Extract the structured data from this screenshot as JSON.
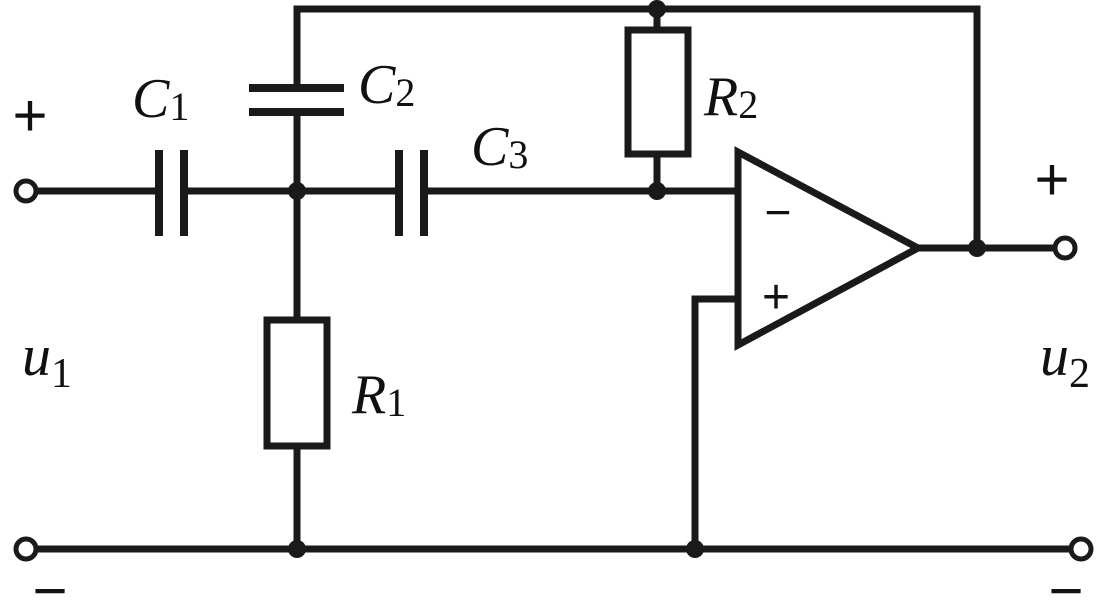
{
  "components": {
    "C1": {
      "letter": "C",
      "index": "1"
    },
    "C2": {
      "letter": "C",
      "index": "2"
    },
    "C3": {
      "letter": "C",
      "index": "3"
    },
    "R1": {
      "letter": "R",
      "index": "1"
    },
    "R2": {
      "letter": "R",
      "index": "2"
    }
  },
  "ports": {
    "input": {
      "var": "u",
      "index": "1",
      "plus": "+",
      "minus": "−"
    },
    "output": {
      "var": "u",
      "index": "2",
      "plus": "+",
      "minus": "−"
    }
  },
  "opamp": {
    "inverting": "−",
    "noninverting": "+"
  }
}
